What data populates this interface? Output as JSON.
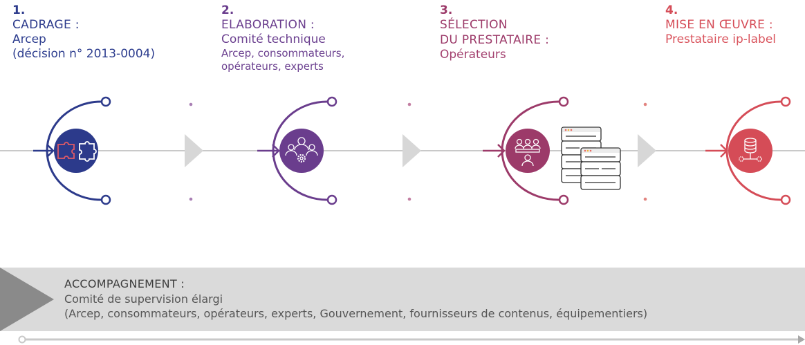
{
  "steps": [
    {
      "number": "1.",
      "title": "CADRAGE :",
      "subtitle": "Arcep",
      "detail": "(décision n° 2013-0004)",
      "color": "#2c3a8b",
      "icon": "puzzle-icon"
    },
    {
      "number": "2.",
      "title": "ELABORATION :",
      "subtitle": "Comité technique",
      "detail": "Arcep, consommateurs,",
      "detail2": "opérateurs, experts",
      "color": "#6a3d8d",
      "icon": "team-gear-icon"
    },
    {
      "number": "3.",
      "title": "SÉLECTION",
      "title2": "DU PRESTATAIRE :",
      "subtitle": "Opérateurs",
      "color": "#9c3a69",
      "icon": "meeting-icon"
    },
    {
      "number": "4.",
      "title": "MISE EN ŒUVRE :",
      "subtitle": "Prestataire ip-label",
      "color": "#d54c57",
      "icon": "database-icon"
    }
  ],
  "servers_icon": "server-stack-icon",
  "accompagnement": {
    "title": "ACCOMPAGNEMENT :",
    "subtitle": "Comité de supervision élargi",
    "members": "(Arcep, consommateurs, opérateurs, experts, Gouvernement, fournisseurs de contenus, équipementiers)"
  }
}
